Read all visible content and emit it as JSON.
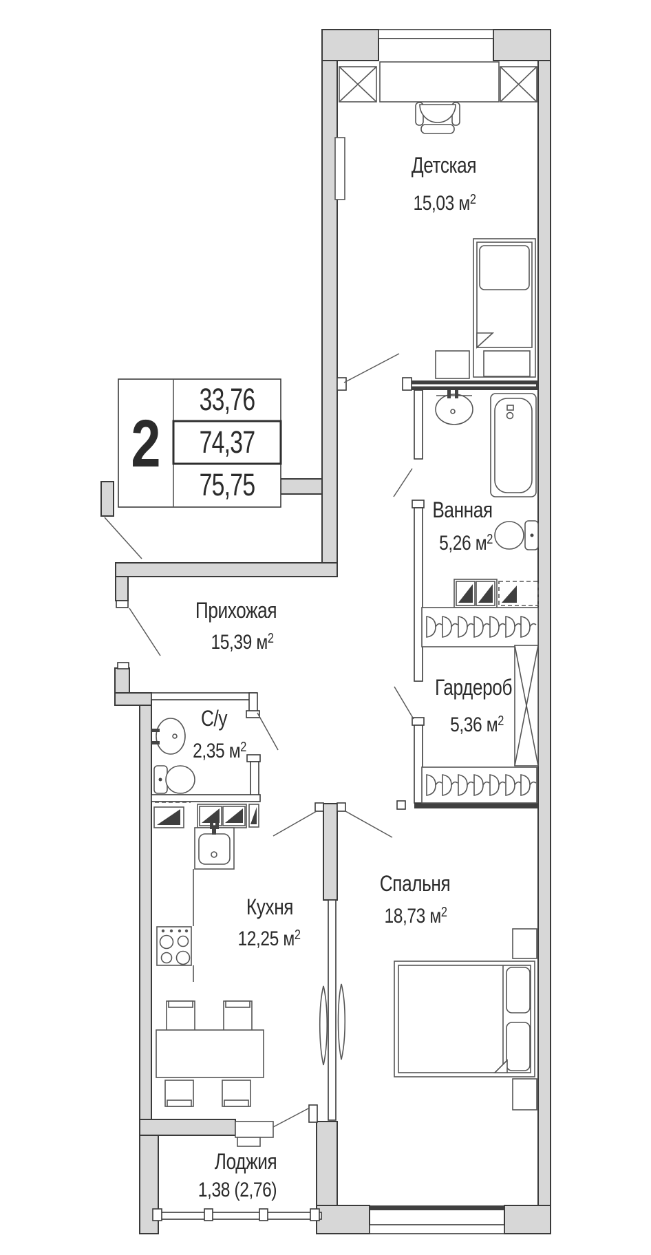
{
  "plan": {
    "title": "apartment-floor-plan",
    "rooms": [
      {
        "key": "detskaya",
        "name": "Детская",
        "area": "15,03 м",
        "sup": "2"
      },
      {
        "key": "vannaya",
        "name": "Ванная",
        "area": "5,26 м",
        "sup": "2"
      },
      {
        "key": "prihozhaya",
        "name": "Прихожая",
        "area": "15,39 м",
        "sup": "2"
      },
      {
        "key": "garderob",
        "name": "Гардероб",
        "area": "5,36 м",
        "sup": "2"
      },
      {
        "key": "su",
        "name": "С/у",
        "area": "2,35 м",
        "sup": "2"
      },
      {
        "key": "kuhnya",
        "name": "Кухня",
        "area": "12,25 м",
        "sup": "2"
      },
      {
        "key": "spalnya",
        "name": "Спальня",
        "area": "18,73 м",
        "sup": "2"
      },
      {
        "key": "lodzhiya",
        "name": "Лоджия",
        "area": "1,38 (2,76)",
        "sup": ""
      }
    ],
    "legend": {
      "rooms_count": "2",
      "areas": [
        "33,76",
        "74,37",
        "75,75"
      ]
    },
    "colors": {
      "wall_fill": "#d7d7d7",
      "line": "#3a3a3a",
      "text": "#2b2b2b"
    }
  }
}
